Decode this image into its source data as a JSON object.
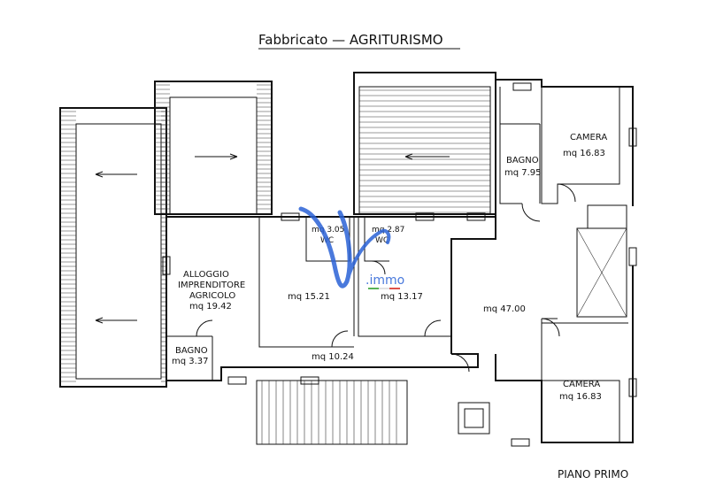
{
  "title": "Fabbricato  —  AGRITURISMO",
  "footer": "PIANO  PRIMO",
  "watermark": {
    "text": ".immo",
    "flag_colors": [
      "#3aa53a",
      "#ffffff",
      "#d9332b"
    ],
    "logo_color": "#2a62d6"
  },
  "rooms": {
    "alloggio": {
      "line1": "ALLOGGIO",
      "line2": "IMPRENDITORE",
      "line3": "AGRICOLO",
      "area": "mq  19.42"
    },
    "bagno_small": {
      "name": "BAGNO",
      "area": "mq  3.37"
    },
    "room_1521": {
      "area": "mq  15.21"
    },
    "room_1317": {
      "area": "mq  13.17"
    },
    "wc1": {
      "area": "mq  3.05",
      "name": "WC"
    },
    "wc2": {
      "area": "mq  2.87",
      "name": "WC"
    },
    "corridor": {
      "area": "mq  10.24"
    },
    "hall": {
      "area": "mq  47.00"
    },
    "bagno_large": {
      "name": "BAGNO",
      "area": "mq  7.95"
    },
    "camera_top": {
      "name": "CAMERA",
      "area": "mq  16.83"
    },
    "camera_bottom": {
      "name": "CAMERA",
      "area": "mq  16.83"
    }
  }
}
